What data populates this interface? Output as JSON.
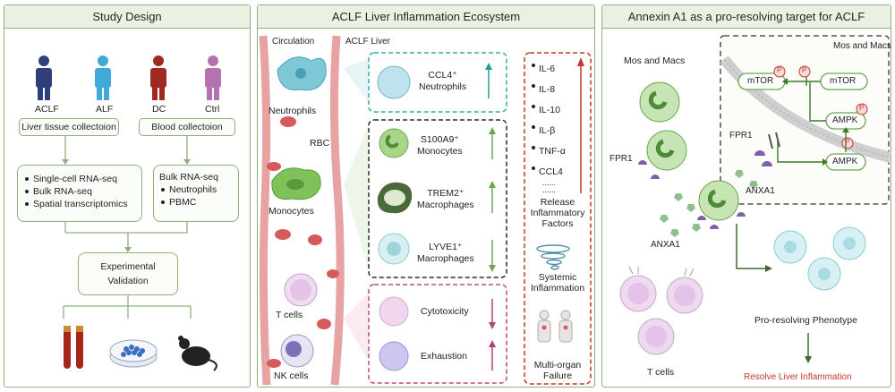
{
  "panel1": {
    "title": "Study Design",
    "groups": [
      "ACLF",
      "ALF",
      "DC",
      "Ctrl"
    ],
    "colors": {
      "ACLF": "#2e3f7a",
      "ALF": "#3fa9d8",
      "DC": "#9e2a22",
      "Ctrl": "#b672b0"
    },
    "liver_box": "Liver tissue collectoion",
    "blood_box": "Blood collectoion",
    "liver_methods": [
      "Single-cell RNA-seq",
      "Bulk RNA-seq",
      "Spatial transcriptomics"
    ],
    "blood_title": "Bulk RNA-seq",
    "blood_methods": [
      "Neutrophils",
      "PBMC"
    ],
    "validation": [
      "Experimental",
      "Validation"
    ]
  },
  "panel2": {
    "title": "ACLF Liver Inflammation Ecosystem",
    "circulation": "Circulation",
    "aclf_liver": "ACLF Liver",
    "left_labels": {
      "neutrophils": "Neutrophils",
      "rbc": "RBC",
      "monocytes": "Monocytes",
      "tcells": "T cells",
      "nkcells": "NK cells"
    },
    "neutro_box": [
      "CCL4⁺",
      "Neutrophils"
    ],
    "mono_box": [
      [
        "S100A9⁺",
        "Monocytes"
      ],
      [
        "TREM2⁺",
        "Macrophages"
      ],
      [
        "LYVE1⁺",
        "Macrophages"
      ]
    ],
    "t_box": [
      "Cytotoxicity",
      "Exhaustion"
    ],
    "factors": [
      "IL-6",
      "IL-8",
      "IL-10",
      "IL-β",
      "TNF-α",
      "CCL4",
      "......",
      "......"
    ],
    "release": [
      "Release",
      "Inflammatory",
      "Factors"
    ],
    "systemic": [
      "Systemic",
      "Inflammation"
    ],
    "multiorgan": [
      "Multi-organ",
      "Failure"
    ]
  },
  "panel3": {
    "title": "Annexin A1 as a pro-resolving target for ACLF",
    "mos_macs": "Mos and Macs",
    "inset_title": "Mos and Macs",
    "mtor_left": "mTOR",
    "mtor_right": "mTOR",
    "ampk_top": "AMPK",
    "ampk_bottom": "AMPK",
    "p": "P",
    "fpr1_left": "FPR1",
    "fpr1_inset": "FPR1",
    "anxa1_inset": "ANXA1",
    "anxa1_main": "ANXA1",
    "tcells": "T cells",
    "pro_resolving": "Pro-resolving Phenotype",
    "resolve": "Resolve Liver Inflammation",
    "resolve_color": "#c0392b"
  }
}
